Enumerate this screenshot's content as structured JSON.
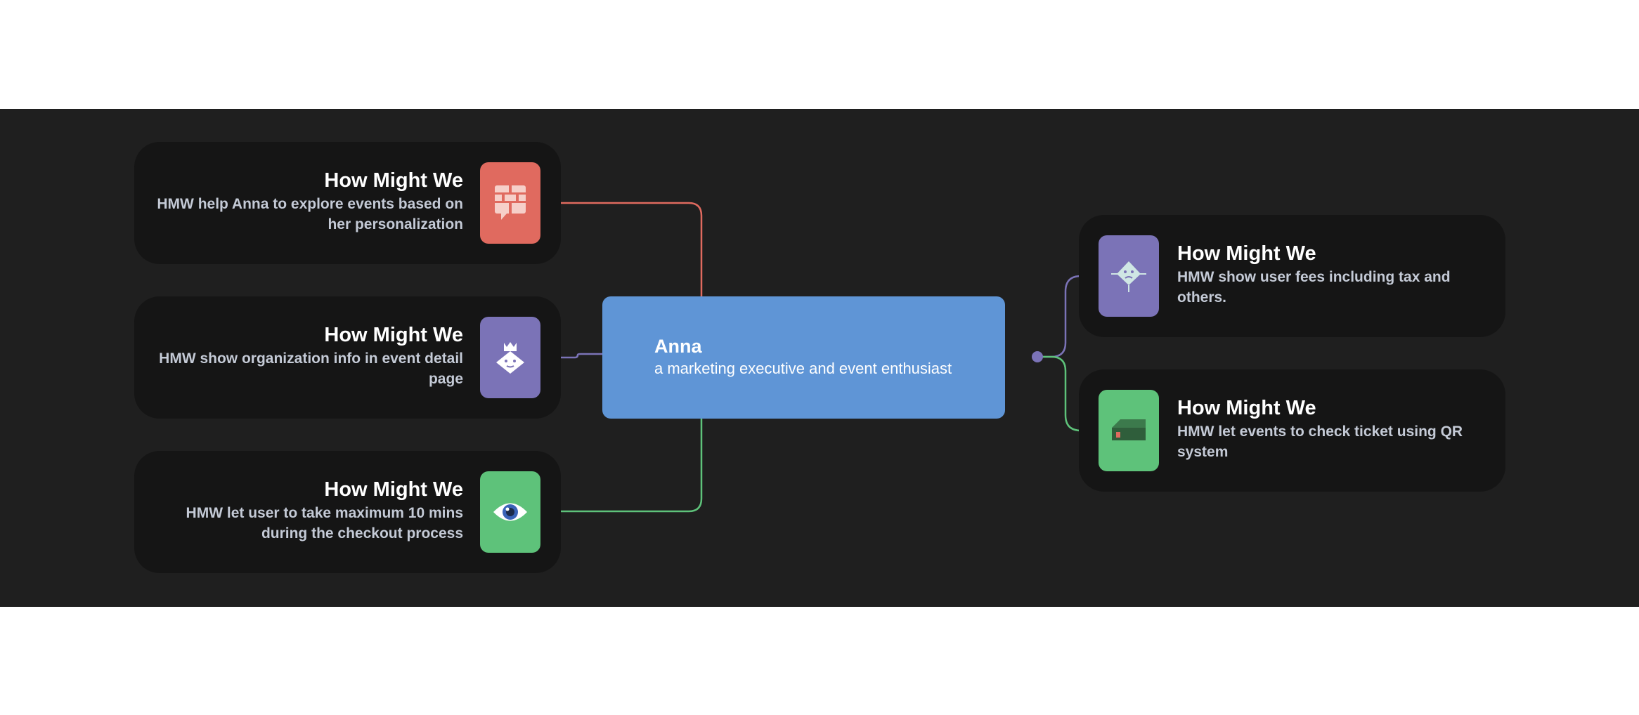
{
  "persona": {
    "name": "Anna",
    "role": "a marketing executive and event enthusiast",
    "color": "#5f95d6"
  },
  "cards": [
    {
      "title": "How Might We",
      "description": "HMW help Anna to explore events based on her personalization",
      "icon": "chat-bubble-brick-icon",
      "tile_color": "#e06a5f",
      "side": "left"
    },
    {
      "title": "How Might We",
      "description": "HMW show organization info in event detail page",
      "icon": "crowned-face-icon",
      "tile_color": "#7b73b7",
      "side": "left"
    },
    {
      "title": "How Might We",
      "description": "HMW let user to take maximum 10 mins during the checkout process",
      "icon": "eye-icon",
      "tile_color": "#5ec27a",
      "side": "left"
    },
    {
      "title": "How Might We",
      "description": "HMW show user fees including tax and others.",
      "icon": "diamond-face-icon",
      "tile_color": "#7b73b7",
      "side": "right"
    },
    {
      "title": "How Might We",
      "description": "HMW let events to check ticket using QR system",
      "icon": "house-icon",
      "tile_color": "#5ec27a",
      "side": "right"
    }
  ],
  "colors": {
    "background": "#1f1f1f",
    "card": "#151515",
    "wire_red": "#e06a5f",
    "wire_purple": "#7b73b7",
    "wire_green": "#5ec27a"
  }
}
